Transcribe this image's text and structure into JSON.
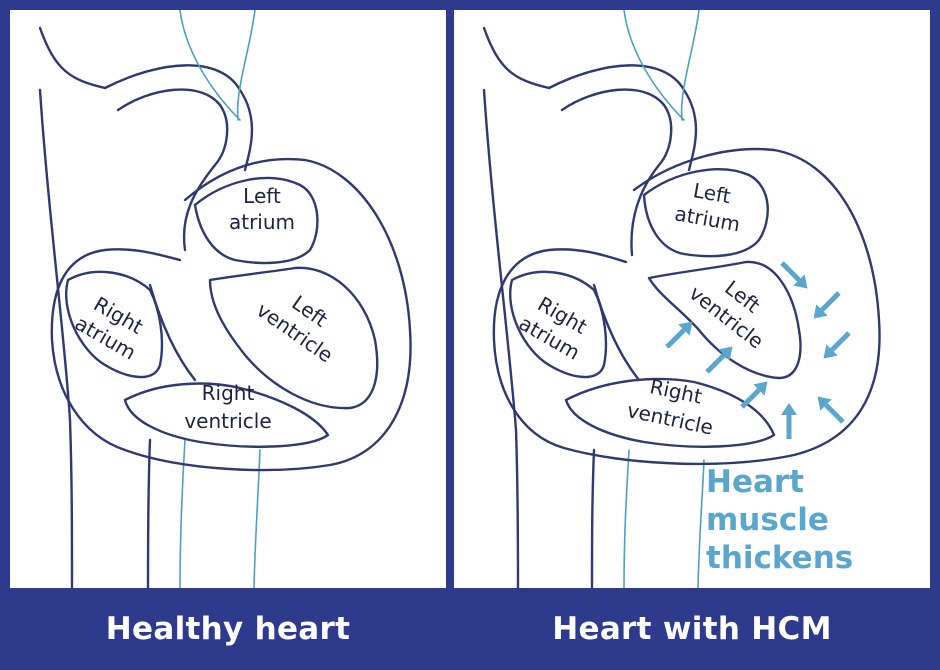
{
  "panels": {
    "left": {
      "caption": "Healthy heart",
      "labels": {
        "left_atrium_1": "Left",
        "left_atrium_2": "atrium",
        "left_ventricle_1": "Left",
        "left_ventricle_2": "ventricle",
        "right_atrium_1": "Right",
        "right_atrium_2": "atrium",
        "right_ventricle_1": "Right",
        "right_ventricle_2": "ventricle"
      }
    },
    "right": {
      "caption": "Heart with HCM",
      "labels": {
        "left_atrium_1": "Left",
        "left_atrium_2": "atrium",
        "left_ventricle_1": "Left",
        "left_ventricle_2": "ventricle",
        "right_atrium_1": "Right",
        "right_atrium_2": "atrium",
        "right_ventricle_1": "Right",
        "right_ventricle_2": "ventricle"
      },
      "annotation": [
        "Heart",
        "muscle",
        "thickens"
      ]
    }
  },
  "colors": {
    "frame": "#2e3a8c",
    "outline": "#2f3a6e",
    "vessel": "#4f9fc0",
    "annotation": "#5aa6cc"
  }
}
